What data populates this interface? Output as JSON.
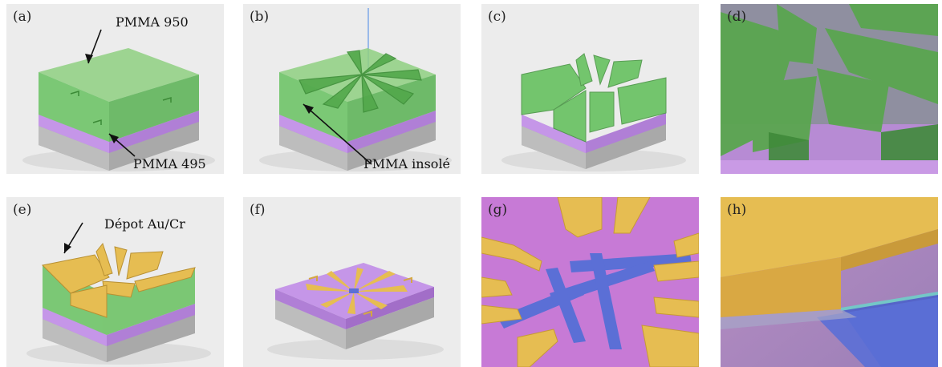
{
  "panels": [
    {
      "label": "(a)"
    },
    {
      "label": "(b)"
    },
    {
      "label": "(c)"
    },
    {
      "label": "(d)"
    },
    {
      "label": "(e)"
    },
    {
      "label": "(f)"
    },
    {
      "label": "(g)"
    },
    {
      "label": "(h)"
    }
  ],
  "annotations": {
    "pmma950": "PMMA 950",
    "pmma495": "PMMA 495",
    "pmma_insole": "PMMA insolé",
    "depot": "Dépot Au/Cr"
  },
  "colors": {
    "substrate": "#b8b8b8",
    "pmma495": "#c98ee6",
    "pmma950": "#5cc35a",
    "gold": "#e6bd52",
    "channel": "#5b6fd6",
    "background": "#ececec"
  }
}
